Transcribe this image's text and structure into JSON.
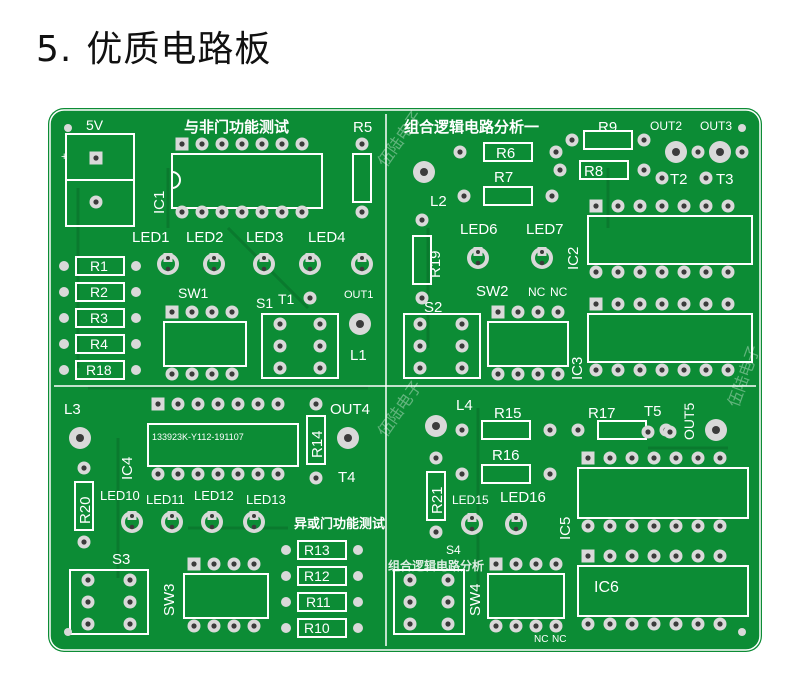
{
  "heading": {
    "number": "5.",
    "title": "优质电路板"
  },
  "board": {
    "colors": {
      "pcb": "#0c8c35",
      "silk": "#ffffff",
      "pad": "#d9d9d9",
      "hole": "#3b3b3b",
      "trace": "#0a7a2e"
    },
    "watermark": "伍陆电子",
    "q1": {
      "power_label": "5V",
      "section_title": "与非门功能测试",
      "ic": "IC1",
      "r5": "R5",
      "leds": [
        "LED1",
        "LED2",
        "LED3",
        "LED4"
      ],
      "resistors": [
        "R1",
        "R2",
        "R3",
        "R4",
        "R18"
      ],
      "sw": "SW1",
      "s": "S1",
      "t": "T1",
      "out": "OUT1",
      "l": "L1"
    },
    "q2": {
      "section_title": "组合逻辑电路分析一",
      "resistors": [
        "R6",
        "R7",
        "R8",
        "R9",
        "R19"
      ],
      "outs": [
        "OUT2",
        "OUT3"
      ],
      "ts": [
        "T2",
        "T3"
      ],
      "l": "L2",
      "leds": [
        "LED6",
        "LED7"
      ],
      "ic2": "IC2",
      "ic3": "IC3",
      "sw": "SW2",
      "s": "S2",
      "nc": [
        "NC",
        "NC"
      ]
    },
    "q3": {
      "l": "L3",
      "ic": "IC4",
      "chip_label": "133923K-Y112-191107",
      "r14": "R14",
      "out": "OUT4",
      "t": "T4",
      "r20": "R20",
      "leds": [
        "LED10",
        "LED11",
        "LED12",
        "LED13"
      ],
      "section_title": "异或门功能测试",
      "resistors": [
        "R13",
        "R12",
        "R11",
        "R10"
      ],
      "s": "S3",
      "sw": "SW3"
    },
    "q4": {
      "l": "L4",
      "resistors": [
        "R15",
        "R16",
        "R17",
        "R21"
      ],
      "t": "T5",
      "out": "OUT5",
      "leds": [
        "LED15",
        "LED16"
      ],
      "ic5": "IC5",
      "ic6": "IC6",
      "s": "S4",
      "sw": "SW4",
      "section_title": "组合逻辑电路分析",
      "nc": [
        "NC",
        "NC"
      ]
    }
  }
}
